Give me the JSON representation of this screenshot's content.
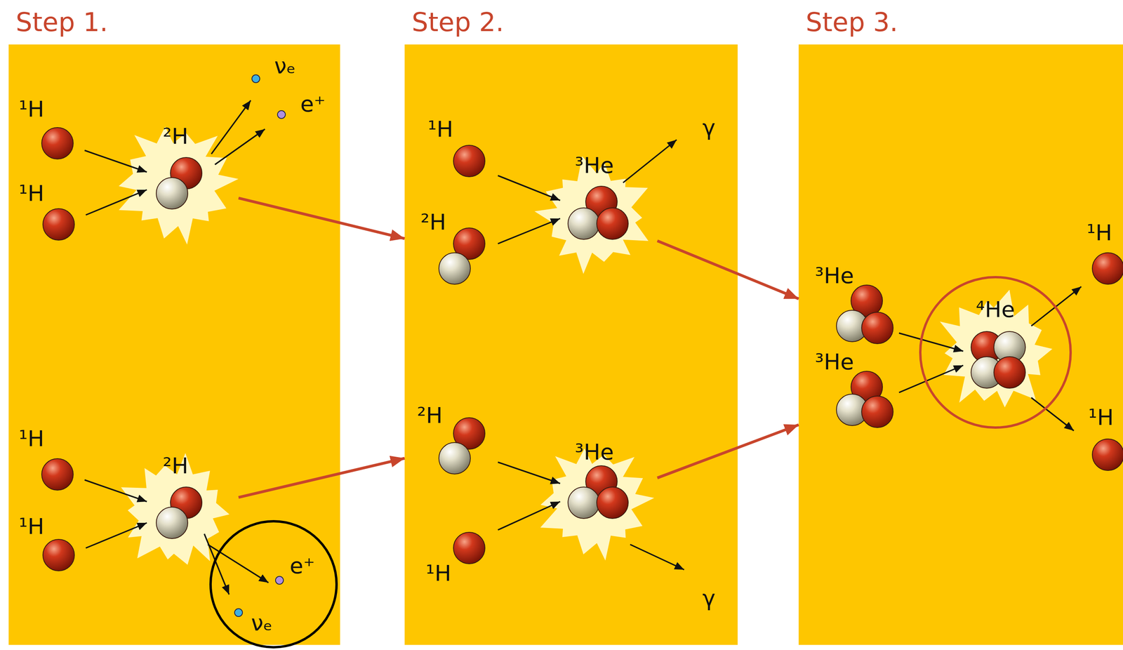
{
  "diagram": {
    "nodes": [
      {
        "text": [
          "Step 1."
        ]
      },
      {
        "text": [
          "²H"
        ],
        "in": 0
      },
      {
        "text": [
          "²H"
        ],
        "in": 0
      },
      {
        "text": [
          "Step 2."
        ]
      },
      {
        "text": [
          "³He"
        ],
        "in": 3
      },
      {
        "text": [
          "³He"
        ],
        "in": 3
      },
      {
        "text": [
          "Step 3."
        ]
      },
      {
        "text": [
          "⁴He"
        ],
        "in": 6
      }
    ],
    "edges": [
      {
        "from": 1,
        "to": 3,
        "arrow": "to"
      },
      {
        "from": 2,
        "to": 3,
        "arrow": "to"
      },
      {
        "from": 4,
        "to": 6,
        "arrow": "to"
      },
      {
        "from": 5,
        "to": 6,
        "arrow": "to"
      }
    ],
    "labels": [
      "¹H",
      "¹H",
      "νₑ",
      "e⁺",
      "¹H",
      "¹H",
      "e⁺",
      "νₑ",
      "¹H",
      "²H",
      "γ",
      "²H",
      "¹H",
      "γ",
      "³He",
      "³He",
      "¹H",
      "¹H"
    ]
  }
}
